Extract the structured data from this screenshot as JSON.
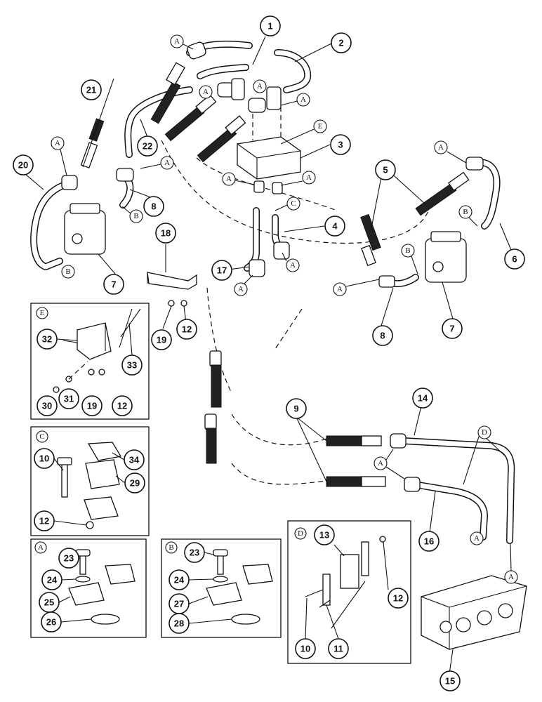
{
  "callouts": [
    {
      "id": "c1",
      "label": "1"
    },
    {
      "id": "c2",
      "label": "2"
    },
    {
      "id": "c3",
      "label": "3"
    },
    {
      "id": "c4",
      "label": "4"
    },
    {
      "id": "c5",
      "label": "5"
    },
    {
      "id": "c6",
      "label": "6"
    },
    {
      "id": "c7a",
      "label": "7"
    },
    {
      "id": "c7b",
      "label": "7"
    },
    {
      "id": "c8a",
      "label": "8"
    },
    {
      "id": "c8b",
      "label": "8"
    },
    {
      "id": "c9",
      "label": "9"
    },
    {
      "id": "c10a",
      "label": "10"
    },
    {
      "id": "c10b",
      "label": "10"
    },
    {
      "id": "c11",
      "label": "11"
    },
    {
      "id": "c12a",
      "label": "12"
    },
    {
      "id": "c12b",
      "label": "12"
    },
    {
      "id": "c12c",
      "label": "12"
    },
    {
      "id": "c12d",
      "label": "12"
    },
    {
      "id": "c13",
      "label": "13"
    },
    {
      "id": "c14",
      "label": "14"
    },
    {
      "id": "c15",
      "label": "15"
    },
    {
      "id": "c16",
      "label": "16"
    },
    {
      "id": "c17",
      "label": "17"
    },
    {
      "id": "c18",
      "label": "18"
    },
    {
      "id": "c19a",
      "label": "19"
    },
    {
      "id": "c19b",
      "label": "19"
    },
    {
      "id": "c20",
      "label": "20"
    },
    {
      "id": "c21",
      "label": "21"
    },
    {
      "id": "c22",
      "label": "22"
    },
    {
      "id": "c23a",
      "label": "23"
    },
    {
      "id": "c23b",
      "label": "23"
    },
    {
      "id": "c24a",
      "label": "24"
    },
    {
      "id": "c24b",
      "label": "24"
    },
    {
      "id": "c25",
      "label": "25"
    },
    {
      "id": "c26",
      "label": "26"
    },
    {
      "id": "c27",
      "label": "27"
    },
    {
      "id": "c28",
      "label": "28"
    },
    {
      "id": "c29",
      "label": "29"
    },
    {
      "id": "c30",
      "label": "30"
    },
    {
      "id": "c31",
      "label": "31"
    },
    {
      "id": "c32",
      "label": "32"
    },
    {
      "id": "c33",
      "label": "33"
    },
    {
      "id": "c34",
      "label": "34"
    }
  ],
  "refs": [
    {
      "id": "rA1",
      "label": "A"
    },
    {
      "id": "rA2",
      "label": "A"
    },
    {
      "id": "rA3",
      "label": "A"
    },
    {
      "id": "rA4",
      "label": "A"
    },
    {
      "id": "rA5",
      "label": "A"
    },
    {
      "id": "rA6",
      "label": "A"
    },
    {
      "id": "rA7",
      "label": "A"
    },
    {
      "id": "rA8",
      "label": "A"
    },
    {
      "id": "rA9",
      "label": "A"
    },
    {
      "id": "rA10",
      "label": "A"
    },
    {
      "id": "rA11",
      "label": "A"
    },
    {
      "id": "rA12",
      "label": "A"
    },
    {
      "id": "rA13",
      "label": "A"
    },
    {
      "id": "rA14",
      "label": "A"
    },
    {
      "id": "rA15",
      "label": "A"
    },
    {
      "id": "rA16",
      "label": "A"
    },
    {
      "id": "rB1",
      "label": "B"
    },
    {
      "id": "rB2",
      "label": "B"
    },
    {
      "id": "rB3",
      "label": "B"
    },
    {
      "id": "rB4",
      "label": "B"
    },
    {
      "id": "rC1",
      "label": "C"
    },
    {
      "id": "rD1",
      "label": "D"
    },
    {
      "id": "rE1",
      "label": "E"
    }
  ],
  "insets": {
    "E": {
      "letter": "E"
    },
    "C": {
      "letter": "C"
    },
    "A": {
      "letter": "A"
    },
    "B": {
      "letter": "B"
    },
    "D": {
      "letter": "D"
    }
  }
}
